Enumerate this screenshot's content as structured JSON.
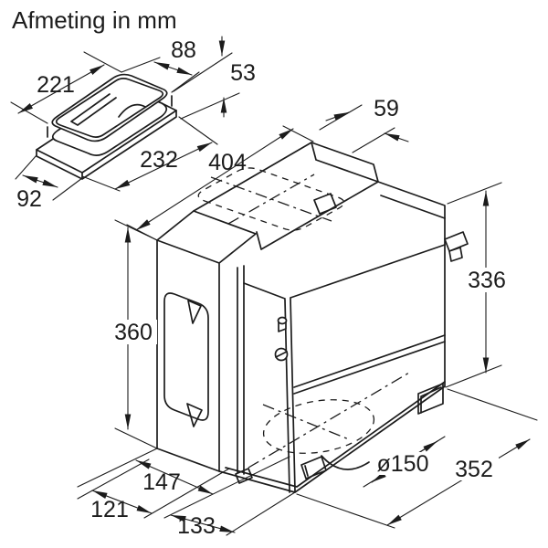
{
  "title": "Afmeting in mm",
  "colors": {
    "line": "#1c1c1c",
    "background": "#ffffff"
  },
  "adapter": {
    "top_length": "221",
    "top_width": "88",
    "height": "53",
    "base_length": "232",
    "base_width": "92"
  },
  "main_unit": {
    "top_depth": "404",
    "top_step_depth": "59",
    "front_height": "360",
    "side_height": "336",
    "duct_diameter": "ø150",
    "base_depth": "352",
    "front_offset": "147",
    "side_offset": "121",
    "base_width": "133"
  }
}
